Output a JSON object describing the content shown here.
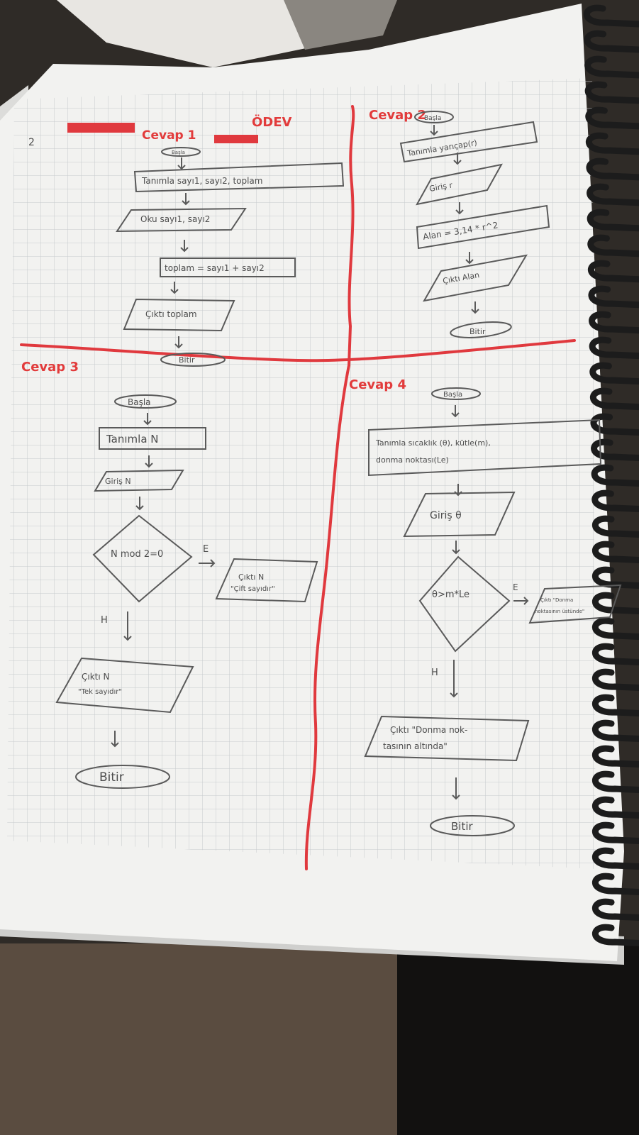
{
  "header": {
    "title": "ÖDEV",
    "label_1": "Cevap 1",
    "label_2": "Cevap 2",
    "label_3": "Cevap 3",
    "label_4": "Cevap 4",
    "page_number": "2"
  },
  "flowchart_1": {
    "start": "Başla",
    "define": "Tanımla sayı1, sayı2, toplam",
    "read": "Oku sayı1, sayı2",
    "compute": "toplam = sayı1 + sayı2",
    "output": "Çıktı toplam",
    "end": "Bitir"
  },
  "flowchart_2": {
    "start": "Başla",
    "define": "Tanımla yarıçap(r)",
    "input": "Giriş r",
    "compute": "Alan = 3,14 * r^2",
    "output": "Çıktı Alan",
    "end": "Bitir"
  },
  "flowchart_3": {
    "start": "Başla",
    "define": "Tanımla N",
    "input": "Giriş N",
    "decision": "N mod 2=0",
    "yes": "E",
    "no": "H",
    "output_yes_1": "Çıktı N",
    "output_yes_2": "\"Çift sayıdır\"",
    "output_no_1": "Çıktı N",
    "output_no_2": "\"Tek sayıdır\"",
    "end": "Bitir"
  },
  "flowchart_4": {
    "start": "Başla",
    "define_1": "Tanımla sıcaklık (θ), kütle(m),",
    "define_2": "donma noktası(Le)",
    "input": "Giriş θ",
    "decision": "θ>m*Le",
    "yes": "E",
    "no": "H",
    "output_yes_1": "Çıktı \"Donma",
    "output_yes_2": "noktasının üstünde\"",
    "output_no_1": "Çıktı \"Donma nok-",
    "output_no_2": "tasının altında\"",
    "end": "Bitir"
  },
  "colors": {
    "red_pen": "#e0393e",
    "pencil": "#5a5a5a",
    "paper": "#f2f2f0",
    "grid": "#c9cccf"
  }
}
